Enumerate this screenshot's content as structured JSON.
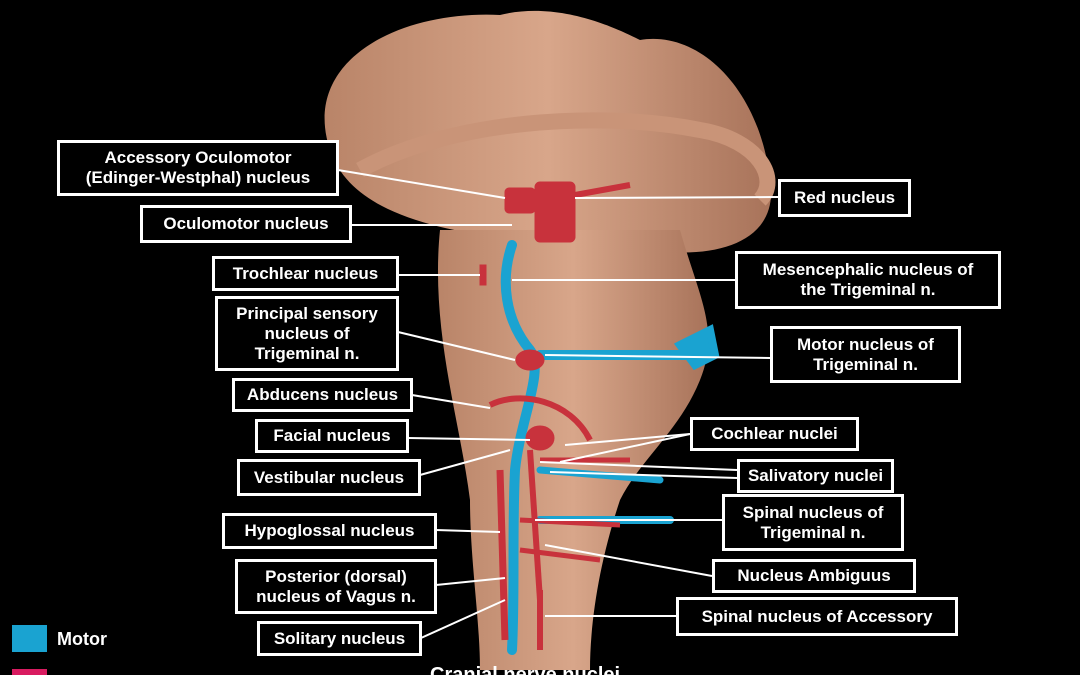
{
  "colors": {
    "motor": "#1aa3d1",
    "sensory": "#d81b60",
    "nuclei_red": "#c8323c",
    "tissue": "#c9957a"
  },
  "labels_left": [
    {
      "lines": [
        "Accessory Oculomotor",
        "(Edinger-Westphal) nucleus"
      ]
    },
    {
      "lines": [
        "Oculomotor nucleus"
      ]
    },
    {
      "lines": [
        "Trochlear nucleus"
      ]
    },
    {
      "lines": [
        "Principal sensory",
        "nucleus of",
        "Trigeminal n."
      ]
    },
    {
      "lines": [
        "Abducens nucleus"
      ]
    },
    {
      "lines": [
        "Facial nucleus"
      ]
    },
    {
      "lines": [
        "Vestibular nucleus"
      ]
    },
    {
      "lines": [
        "Hypoglossal nucleus"
      ]
    },
    {
      "lines": [
        "Posterior (dorsal)",
        "nucleus of Vagus n."
      ]
    },
    {
      "lines": [
        "Solitary nucleus"
      ]
    }
  ],
  "labels_right": [
    {
      "lines": [
        "Red nucleus"
      ]
    },
    {
      "lines": [
        "Mesencephalic nucleus of",
        "the Trigeminal n."
      ]
    },
    {
      "lines": [
        "Motor nucleus  of",
        "Trigeminal n."
      ]
    },
    {
      "lines": [
        "Cochlear nuclei"
      ]
    },
    {
      "lines": [
        "Salivatory nuclei"
      ]
    },
    {
      "lines": [
        "Spinal nucleus of",
        "Trigeminal n."
      ]
    },
    {
      "lines": [
        "Nucleus Ambiguus"
      ]
    },
    {
      "lines": [
        "Spinal nucleus of Accessory"
      ]
    }
  ],
  "legend": [
    {
      "label": "Motor",
      "color": "#1aa3d1"
    },
    {
      "label": "",
      "color": "#d81b60"
    }
  ],
  "caption": "Cranial nerve nuclei"
}
